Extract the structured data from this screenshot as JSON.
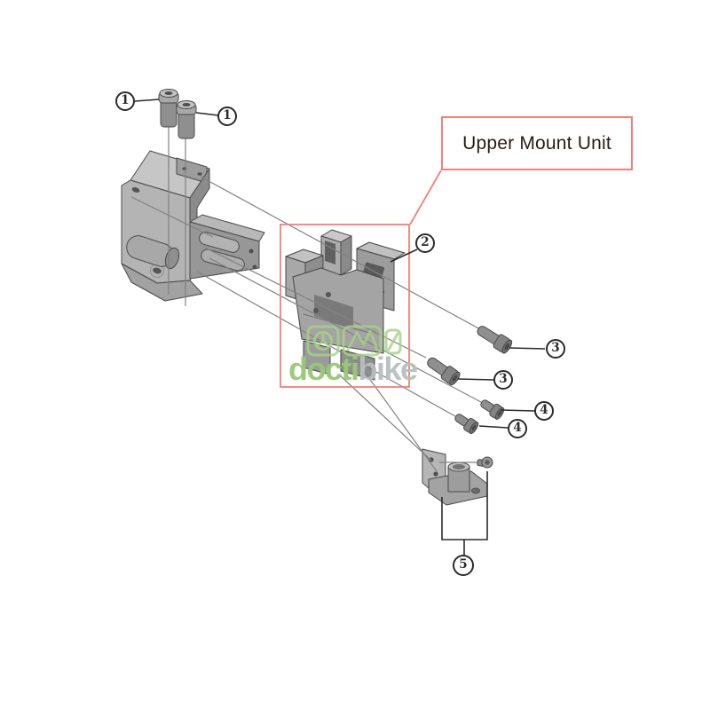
{
  "label_box": {
    "text": "Upper Mount Unit"
  },
  "callouts": [
    {
      "label": "1"
    },
    {
      "label": "1"
    },
    {
      "label": "2"
    },
    {
      "label": "3"
    },
    {
      "label": "3"
    },
    {
      "label": "4"
    },
    {
      "label": "4"
    },
    {
      "label": "5"
    }
  ],
  "watermark": {
    "text_green": "docti",
    "text_gray": "bike"
  },
  "colors": {
    "background": "#ffffff",
    "red-accent": "#f28079",
    "label-ink": "#2a1b16",
    "callout-ink": "#2b2b2b",
    "line-gray": "#828282",
    "watermark-green": "#9ac878",
    "watermark-gray": "#b8bfbf"
  }
}
